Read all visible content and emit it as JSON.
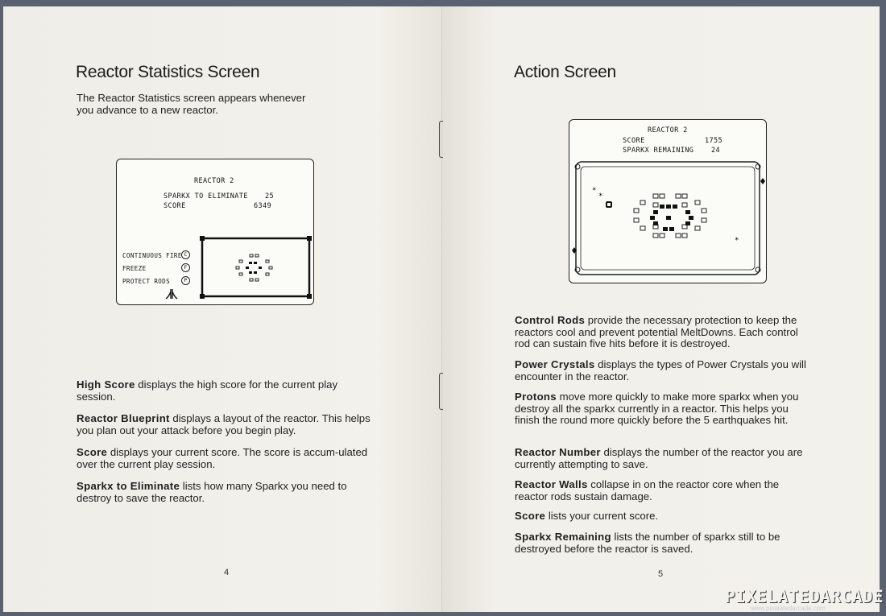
{
  "left_page": {
    "title": "Reactor Statistics Screen",
    "intro": "The Reactor Statistics screen appears whenever you advance to a new reactor.",
    "screen": {
      "reactor": "REACTOR 2",
      "sparkx_label": "SPARKX TO ELIMINATE",
      "sparkx_value": "25",
      "score_label": "SCORE",
      "score_value": "6349",
      "item1": "CONTINUOUS FIRE",
      "item1_badge": "C",
      "item2": "FREEZE",
      "item2_badge": "F",
      "item3": "PROTECT RODS",
      "item3_badge": "P"
    },
    "items": [
      {
        "term": "High Score",
        "text": " displays the high score for the current play session."
      },
      {
        "term": "Reactor Blueprint",
        "text": " displays a layout of the reactor. This helps you plan out your attack before you begin play."
      },
      {
        "term": "Score",
        "text": " displays your current score. The score is accum-ulated over the current play session."
      },
      {
        "term": "Sparkx to Eliminate",
        "text": " lists how many Sparkx you need to destroy to save the reactor."
      }
    ],
    "page_number": "4"
  },
  "right_page": {
    "title": "Action Screen",
    "screen": {
      "reactor": "REACTOR 2",
      "score_label": "SCORE",
      "score_value": "1755",
      "sparkx_label": "SPARKX REMAINING",
      "sparkx_value": "24"
    },
    "items": [
      {
        "term": "Control Rods",
        "text": " provide the necessary protection to keep the reactors cool and prevent potential MeltDowns. Each control rod can sustain five hits before it is destroyed."
      },
      {
        "term": "Power Crystals",
        "text": " displays the types of Power Crystals you will encounter in the reactor."
      },
      {
        "term": "Protons",
        "text": " move more quickly to make more sparkx when you destroy all the sparkx currently in a reactor. This helps you finish the round more quickly before the 5 earthquakes hit."
      },
      {
        "term": "Reactor Number",
        "text": " displays the number of the reactor you are currently attempting to save."
      },
      {
        "term": "Reactor Walls",
        "text": " collapse in on the reactor core when the reactor rods sustain damage."
      },
      {
        "term": "Score",
        "text": " lists your current score."
      },
      {
        "term": "Sparkx Remaining",
        "text": " lists the number of sparkx still to be destroyed before the reactor is saved."
      }
    ],
    "page_number": "5"
  },
  "watermark": {
    "brand": "PIXELATEDARCADE",
    "url": "www.pixelatedarcade.com"
  }
}
